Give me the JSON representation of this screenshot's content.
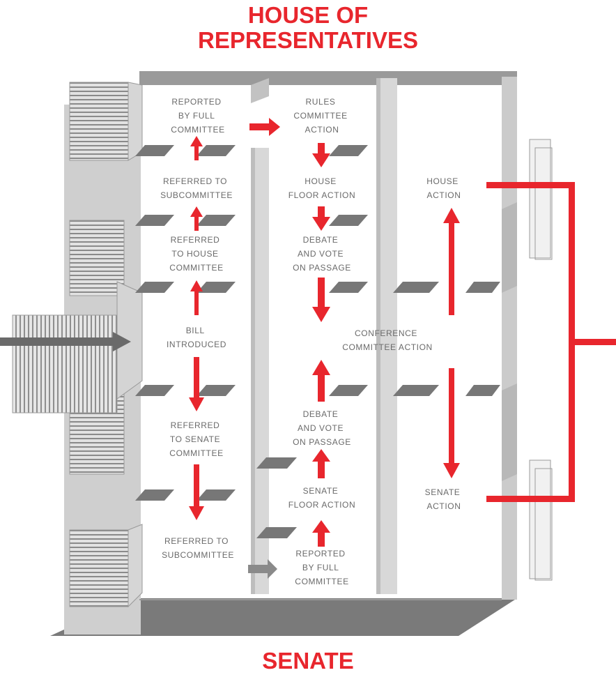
{
  "titles": {
    "top_line1": "HOUSE OF",
    "top_line2": "REPRESENTATIVES",
    "bottom": "SENATE"
  },
  "colors": {
    "accent_red": "#e8262d",
    "wall_light": "#d9d9d9",
    "wall_mid": "#bdbdbd",
    "wall_dark": "#7d7d7d",
    "label_gray": "#6a6a6a"
  },
  "boxes": {
    "house_reported": [
      "REPORTED",
      "BY FULL",
      "COMMITTEE"
    ],
    "rules_committee": [
      "RULES",
      "COMMITTEE",
      "ACTION"
    ],
    "house_subcommittee": [
      "REFERRED TO",
      "SUBCOMMITTEE"
    ],
    "house_floor": [
      "HOUSE",
      "FLOOR ACTION"
    ],
    "house_committee": [
      "REFERRED",
      "TO HOUSE",
      "COMMITTEE"
    ],
    "house_debate": [
      "DEBATE",
      "AND VOTE",
      "ON PASSAGE"
    ],
    "bill_introduced": [
      "BILL",
      "INTRODUCED"
    ],
    "conference": [
      "CONFERENCE",
      "COMMITTEE ACTION"
    ],
    "senate_committee": [
      "REFERRED",
      "TO SENATE",
      "COMMITTEE"
    ],
    "senate_debate": [
      "DEBATE",
      "AND VOTE",
      "ON PASSAGE"
    ],
    "senate_floor": [
      "SENATE",
      "FLOOR ACTION"
    ],
    "senate_subcommittee": [
      "REFERRED TO",
      "SUBCOMMITTEE"
    ],
    "senate_reported": [
      "REPORTED",
      "BY FULL",
      "COMMITTEE"
    ],
    "house_action": [
      "HOUSE",
      "ACTION"
    ],
    "senate_action": [
      "SENATE",
      "ACTION"
    ]
  }
}
